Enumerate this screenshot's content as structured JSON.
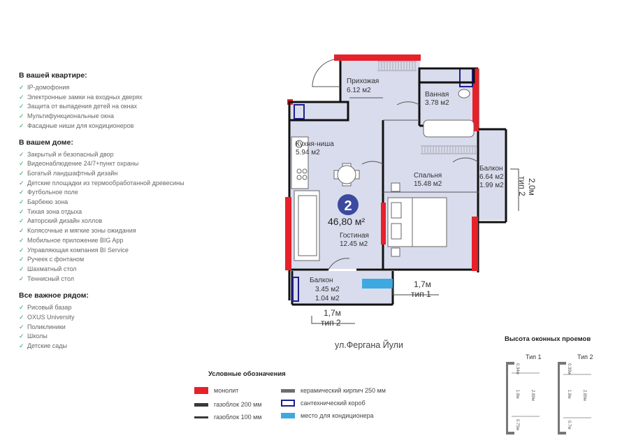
{
  "features": {
    "apartment": {
      "title": "В вашей квартире:",
      "items": [
        "IP-домофония",
        "Электронные замки на входных дверях",
        "Защита от выпадения детей на окнах",
        "Мультифункциональные окна",
        "Фасадные ниши для кондиционеров"
      ]
    },
    "house": {
      "title": "В вашем доме:",
      "items": [
        "Закрытый и безопасный двор",
        "Видеонаблюдение 24/7+пункт охраны",
        "Богатый ландшафтный дизайн",
        "Детские площадки из термообработанной древесины",
        "Футбольное поле",
        "Барбекю зона",
        "Тихая зона отдыха",
        "Авторский дизайн холлов",
        "Колясочные и мягкие зоны ожидания",
        "Мобильное приложение BIG App",
        "Управляющая компания BI Service",
        "Ручеек с фонтаном",
        "Шахматный стол",
        "Теннисный стол"
      ]
    },
    "nearby": {
      "title": "Все важное рядом:",
      "items": [
        "Рисовый базар",
        "OXUS University",
        "Поликлиники",
        "Школы",
        "Детские сады"
      ]
    }
  },
  "plan": {
    "rooms_count": "2",
    "total_area": "46,80 м²",
    "rooms": {
      "hall": {
        "name": "Прихожая",
        "area": "6.12 м2"
      },
      "bath": {
        "name": "Ванная",
        "area": "3.78 м2"
      },
      "kitchen": {
        "name": "Кухня-ниша",
        "area": "5.94 м2"
      },
      "bedroom": {
        "name": "Спальня",
        "area": "15.48 м2"
      },
      "balcony_right": {
        "name": "Балкон",
        "area1": "6.64 м2",
        "area2": "1.99 м2"
      },
      "living": {
        "name": "Гостиная",
        "area": "12.45 м2"
      },
      "balcony_left": {
        "name": "Балкон",
        "area1": "3.45 м2",
        "area2": "1.04 м2"
      }
    },
    "dims": {
      "d1_size": "1,7м",
      "d1_type": "тип 1",
      "d2_size": "1,7м",
      "d2_type": "тип 2",
      "d3_size": "2,0м",
      "d3_type": "тип 2"
    }
  },
  "street": "ул.Фергана Йули",
  "legend": {
    "title": "Условные обозначения",
    "items": [
      {
        "label": "монолит",
        "color": "#e8202a"
      },
      {
        "label": "газоблок 200 мм",
        "color": "#3a3a3a"
      },
      {
        "label": "газоблок 100 мм",
        "color": "#3a3a3a"
      },
      {
        "label": "керамический кирпич 250 мм",
        "color": "#6f6f6f"
      },
      {
        "label": "сантехнический короб",
        "color": "#1c1f8c"
      },
      {
        "label": "место для кондиционера",
        "color": "#3da9e0"
      }
    ]
  },
  "windows": {
    "title": "Высота оконных проемов",
    "type1": {
      "label": "Тип 1",
      "top": "0.34м",
      "mid": "1.8м",
      "bottom": "0.75м",
      "total": "2.89м"
    },
    "type2": {
      "label": "Тип 2",
      "top": "0.39м",
      "mid": "1.8м",
      "bottom": "0.7м",
      "total": "2.89м"
    }
  },
  "colors": {
    "floor": "#d9dced",
    "monolith": "#e8202a",
    "wall": "#111111",
    "accent": "#3c4a9e",
    "check": "#2e9e5f",
    "ac": "#3da9e0"
  }
}
